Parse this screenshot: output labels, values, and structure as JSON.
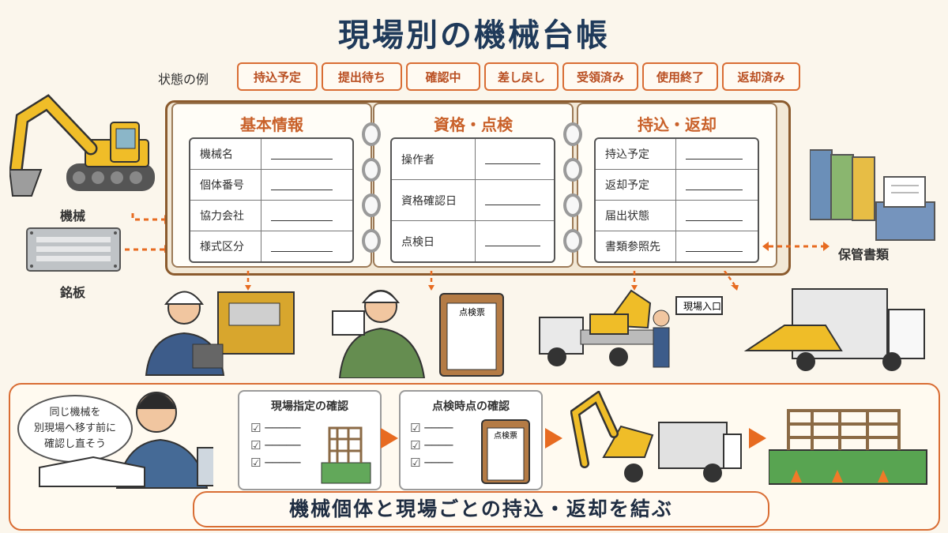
{
  "title": "現場別の機械台帳",
  "status_examples": {
    "label": "状態の例",
    "chips": [
      "持込予定",
      "提出待ち",
      "確認中",
      "差し戻し",
      "受領済み",
      "使用終了",
      "返却済み"
    ]
  },
  "sections": [
    {
      "title": "基本情報",
      "rows": [
        "機械名",
        "個体番号",
        "協力会社",
        "様式区分"
      ]
    },
    {
      "title": "資格・点検",
      "rows": [
        "操作者",
        "資格確認日",
        "点検日"
      ]
    },
    {
      "title": "持込・返却",
      "rows": [
        "持込予定",
        "返却予定",
        "届出状態",
        "書類参照先"
      ]
    }
  ],
  "labels": {
    "machine": "機械",
    "nameplate": "銘板",
    "storage": "保管書類",
    "inspection_sheet": "点検票",
    "site_entrance": "現場入口"
  },
  "bottom": {
    "speech": "同じ機械を\n別現場へ移す前に\n確認し直そう",
    "step1": "現場指定の確認",
    "step2": "点検時点の確認",
    "footer": "機械個体と現場ごとの持込・返却を結ぶ"
  }
}
